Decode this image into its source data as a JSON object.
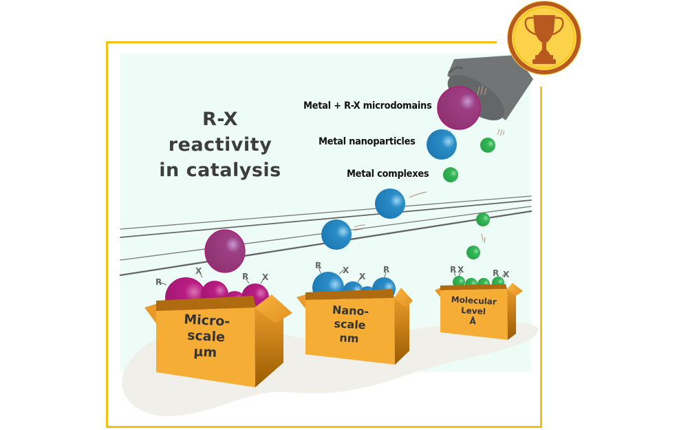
{
  "title": {
    "line1": "R-X",
    "line2": "reactivity",
    "line3": "in catalysis"
  },
  "legend": {
    "microdomains": "Metal + R-X microdomains",
    "nanoparticles": "Metal nanoparticles",
    "complexes": "Metal complexes"
  },
  "boxes": [
    {
      "line1": "Micro-",
      "line2": "scale",
      "line3": "µm"
    },
    {
      "line1": "Nano-",
      "line2": "scale",
      "line3": "nm"
    },
    {
      "line1": "Molecular",
      "line2": "Level",
      "line3": "Å"
    }
  ],
  "substituents": {
    "r": "R",
    "x": "X"
  },
  "colors": {
    "frame": "#f6c012",
    "micro": "#a2236f",
    "nano": "#1f82bd",
    "molecular": "#2fb34e",
    "box": "#f6ad35",
    "trophy_bg": "#fbd24a",
    "trophy": "#b8591f"
  },
  "icons": {
    "badge": "trophy-icon"
  }
}
